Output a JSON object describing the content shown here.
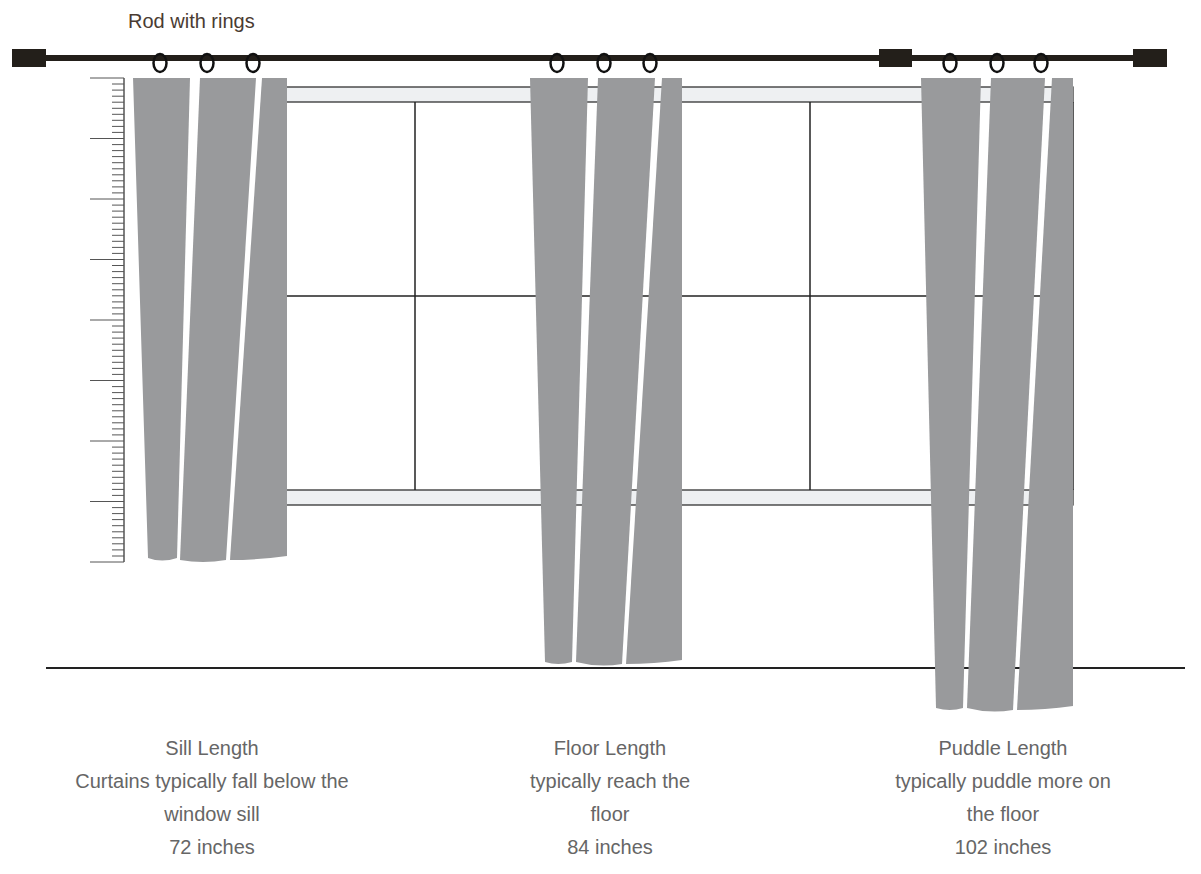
{
  "diagram": {
    "labels": [
      "Rod with rings",
      "Sill Length",
      "Curtains typically fall below the window sill",
      "72 inches",
      "Floor Length",
      "typically reach the floor",
      "84 inches",
      "Puddle Length",
      "typically puddle more on the floor",
      "102 inches"
    ]
  }
}
